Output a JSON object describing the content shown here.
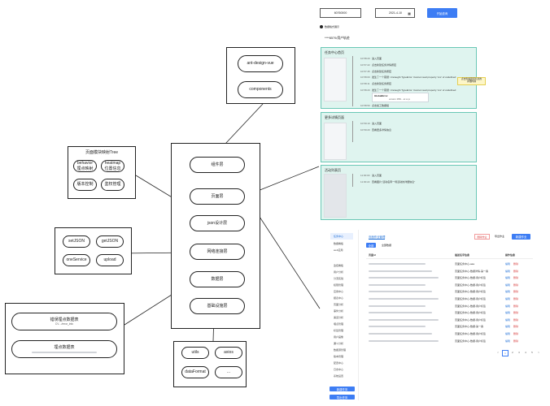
{
  "top_controls": {
    "input_value": "60760000",
    "date_value": "2021-4-10",
    "query_button": "开始查询",
    "radio_label": "数据格式展示"
  },
  "timeline_heading": "****8579/用户轨迹",
  "main_frame": {
    "nodes": [
      "组件层",
      "页面层",
      "json设计层",
      "网络连接层",
      "数据层",
      "基础设施层"
    ]
  },
  "components_group": {
    "items": [
      "ant-design-vue",
      "components"
    ]
  },
  "page_tree_group": {
    "title": "页面模块映射Tree",
    "items": [
      "behavior\n埋点映射",
      "heatmap\n位置信息",
      "版本控制",
      "鉴权管理"
    ]
  },
  "network_group": {
    "items": [
      "setJSON",
      "getJSON",
      "oneService",
      "upload"
    ]
  },
  "data_group": {
    "items": [
      {
        "title": "错误埋点数据表",
        "detail": "CV…/error_info"
      },
      {
        "title": "埋点数据表",
        "detail": ""
      }
    ]
  },
  "infra_group": {
    "items": [
      "utils",
      "axios",
      "dataFormat",
      "..."
    ]
  },
  "timeline_panels": [
    {
      "title": "任务中心首页",
      "rows": [
        {
          "time": "10:58:20",
          "text": "进入页面"
        },
        {
          "time": "10:57:22",
          "text": "点击新建任务详情按钮"
        },
        {
          "time": "10:57:45",
          "text": "点击新建任务按钮"
        },
        {
          "time": "10:58:00",
          "text": "发生了一个错误: Uncaught TypeError: Cannot read property 'xxx' of undefined"
        },
        {
          "time": "10:58:11",
          "text": "点击新建任务按钮"
        },
        {
          "time": "10:58:20",
          "text": "发生了一个错误: Uncaught TypeError: Cannot read property 'xxx' of undefined"
        },
        {
          "time": "10:58:50",
          "text": "点击加工数据组"
        }
      ],
      "detail_title": "GlobalError",
      "detail_text": "version: 0f83... at xx.js",
      "annotation": "点击查看错误信息的\n详细内容"
    },
    {
      "title": "更多详情页面",
      "rows": [
        {
          "time": "10:59:10",
          "text": "进入页面"
        },
        {
          "time": "10:59:20",
          "text": "查看更多详情信息"
        }
      ]
    },
    {
      "title": "活动列表页",
      "rows": [
        {
          "time": "11:00:00",
          "text": "进入页面"
        },
        {
          "time": "11:00:22",
          "text": "查看图片\"活动名称一场活动的详细信息\""
        }
      ]
    }
  ],
  "admin": {
    "sidebar": [
      "任务中心",
      "数据看板",
      "web应用",
      "监控看板",
      "用户分析",
      "分流实验",
      "权限管理",
      "应用中心",
      "报表中心",
      "页面分析",
      "事件分析",
      "渠道分析",
      "埋点管理",
      "标签管理",
      "用户画像",
      "漏斗分析",
      "数据源管理",
      "版本管理",
      "配置中心",
      "日志中心",
      "系统设置"
    ],
    "tab_active": "页面作业管理",
    "tab_sub": [
      "全部",
      "全部数据"
    ],
    "header_buttons": {
      "delete": "删除作业",
      "export": "导出作业",
      "create": "新建作业"
    },
    "table_headers": [
      "页面id",
      "描述名字信息",
      "操作信息"
    ],
    "rows": [
      {
        "desc": "页面任务中心-aaa",
        "op1": "编辑",
        "op2": "删除"
      },
      {
        "desc": "页面任务中心-数据详情-第一番",
        "op1": "编辑",
        "op2": "删除"
      },
      {
        "desc": "页面任务中心-数据-用户标签",
        "op1": "编辑",
        "op2": "删除"
      },
      {
        "desc": "页面任务中心-数据-用户标签",
        "op1": "编辑",
        "op2": "删除"
      },
      {
        "desc": "页面任务中心-数据-用户标签",
        "op1": "编辑",
        "op2": "删除"
      },
      {
        "desc": "页面任务中心-数据-用户标签",
        "op1": "编辑",
        "op2": "删除"
      },
      {
        "desc": "页面任务中心-数据-用户标签",
        "op1": "编辑",
        "op2": "删除"
      },
      {
        "desc": "页面任务中心-数据-用户标签",
        "op1": "编辑",
        "op2": "删除"
      },
      {
        "desc": "页面任务中心-数据-用户标签",
        "op1": "编辑",
        "op2": "删除"
      },
      {
        "desc": "页面任务中心-数据-第一番",
        "op1": "编辑",
        "op2": "删除"
      },
      {
        "desc": "页面任务中心-数据-用户标签",
        "op1": "编辑",
        "op2": "删除"
      },
      {
        "desc": "页面任务中心-数据-用户标签",
        "op1": "编辑",
        "op2": "删除"
      }
    ],
    "pagination": [
      "<",
      "1",
      "2",
      "3",
      "4",
      "5",
      ">"
    ],
    "bottom_buttons": [
      "新建任务",
      "导出任务"
    ]
  },
  "colors": {
    "accent": "#3d7df4",
    "panel_bg": "#dff4ef",
    "panel_border": "#6ac7b5",
    "error": "#d94848"
  }
}
